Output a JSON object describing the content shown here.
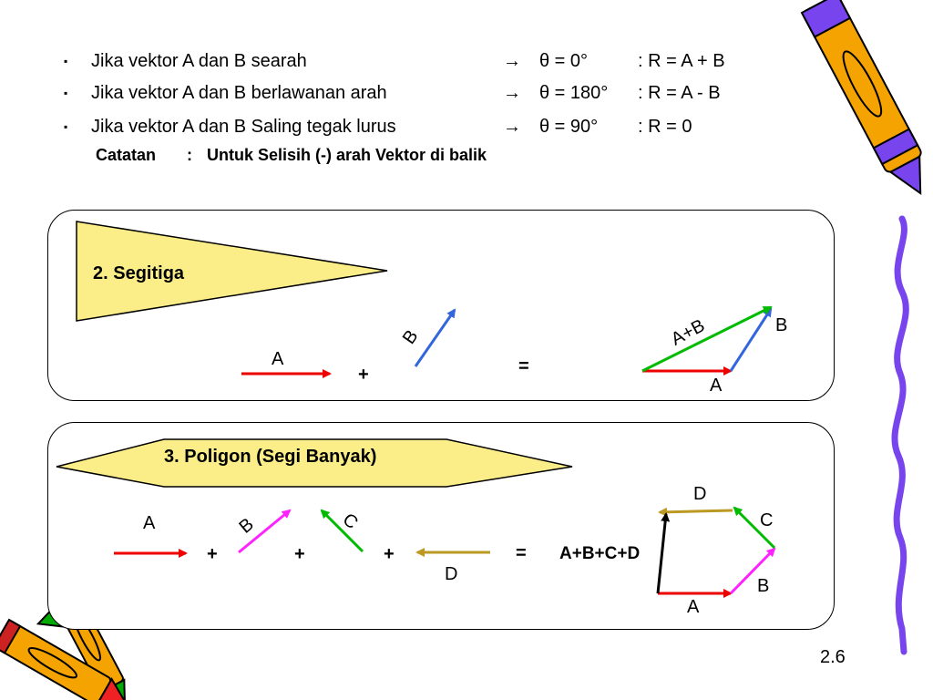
{
  "bullets": [
    {
      "text": "Jika vektor A dan B  searah",
      "arrow": "→",
      "angle": "θ = 0°",
      "result": ": R = A + B"
    },
    {
      "text": "Jika vektor A dan B  berlawanan arah",
      "arrow": "→",
      "angle": "θ = 180°",
      "result": ": R = A - B"
    },
    {
      "text": "Jika vektor A dan B  Saling tegak lurus",
      "arrow": "→",
      "angle": "θ = 90°",
      "result": ": R = 0"
    }
  ],
  "bullet_marker": "▪",
  "note": {
    "label": "Catatan",
    "sep": ":",
    "text": "Untuk Selisih (-) arah Vektor di balik"
  },
  "segitiga": {
    "title": "2.  Segitiga",
    "label_a": "A",
    "label_plus": "+",
    "label_b": "B",
    "label_eq": "=",
    "label_sum": "A+B",
    "label_res_b": "B",
    "label_res_a": "A"
  },
  "poligon": {
    "title": "3. Poligon (Segi Banyak)",
    "label_a": "A",
    "label_b": "B",
    "label_c": "C",
    "label_d": "D",
    "plus1": "+",
    "plus2": "+",
    "plus3": "+",
    "eq": "=",
    "sum": "A+B+C+D",
    "res_d": "D",
    "res_c": "C",
    "res_b": "B",
    "res_a": "A"
  },
  "colors": {
    "red": "#ee0000",
    "blue": "#3366dd",
    "green": "#00bb00",
    "magenta": "#ff22ff",
    "gold": "#bb9922",
    "black": "#000000",
    "banner_fill": "#fbee88",
    "pencil_orange": "#f4a300",
    "crayon_purple": "#7744ee"
  },
  "slide_number": "2.6"
}
